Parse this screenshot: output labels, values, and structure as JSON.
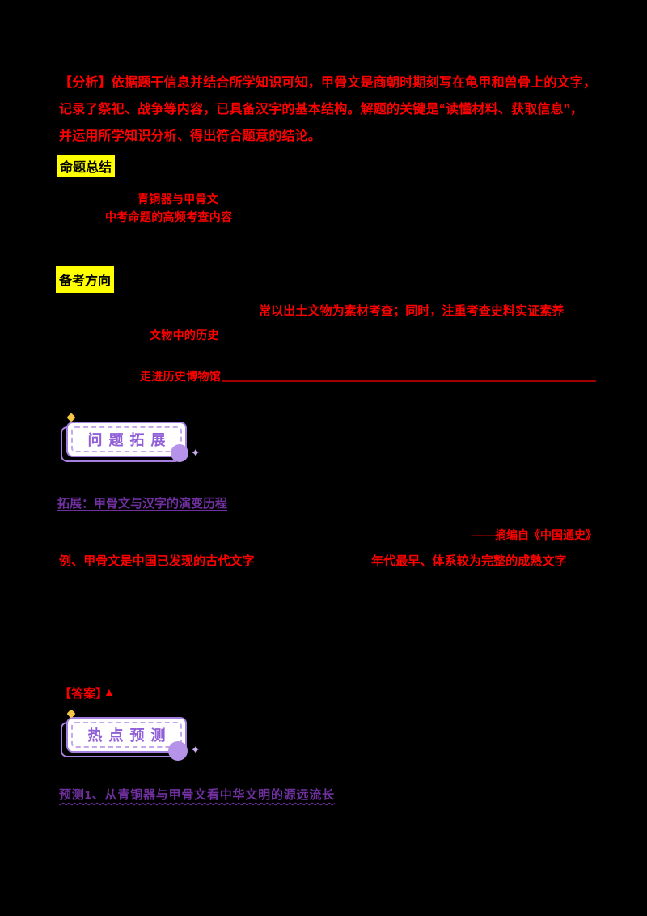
{
  "colors": {
    "background": "#000000",
    "red_text": "#ff0000",
    "dark_red_line": "#a00000",
    "yellow_highlight": "#ffff00",
    "purple_heading": "#7030a0",
    "badge_purple_border": "#a47fe0",
    "badge_purple_text": "#9160d8",
    "badge_yellow_dot": "#f6c844"
  },
  "analysis": {
    "lines": [
      "【分析】依据题干信息并结合所学知识可知，甲骨文是商朝时期刻写在龟甲和兽骨上的文字，",
      "记录了祭祀、战争等内容，已具备汉字的基本结构。解题的关键是“读懂材料、获取信息”，",
      "并运用所学知识分析、得出符合题意的结论。"
    ]
  },
  "mingti_section": {
    "header": "命题总结",
    "focus_line": "青铜器与甲骨文",
    "summary_line": "中考命题的高频考查内容"
  },
  "beikao_section": {
    "header": "备考方向",
    "direction_line": "常以出土文物为素材考查；同时，注重考查史料实证素养",
    "topic1": "文物中的历史",
    "topic2": "走进历史博物馆"
  },
  "expand_section": {
    "badge_label": "问题拓展",
    "heading": "拓展：甲骨文与汉字的演变历程",
    "citation": "——摘编自《中国通史》",
    "question_left": "例、甲骨文是中国已发现的古代文字",
    "question_right": "年代最早、体系较为完整的成熟文字",
    "answer_label": "【答案】",
    "answer_mark": "▲"
  },
  "predict_section": {
    "badge_label": "热点预测",
    "heading": "预测1、从青铜器与甲骨文看中华文明的源远流长"
  },
  "icons": {
    "sparkle": "✦"
  }
}
